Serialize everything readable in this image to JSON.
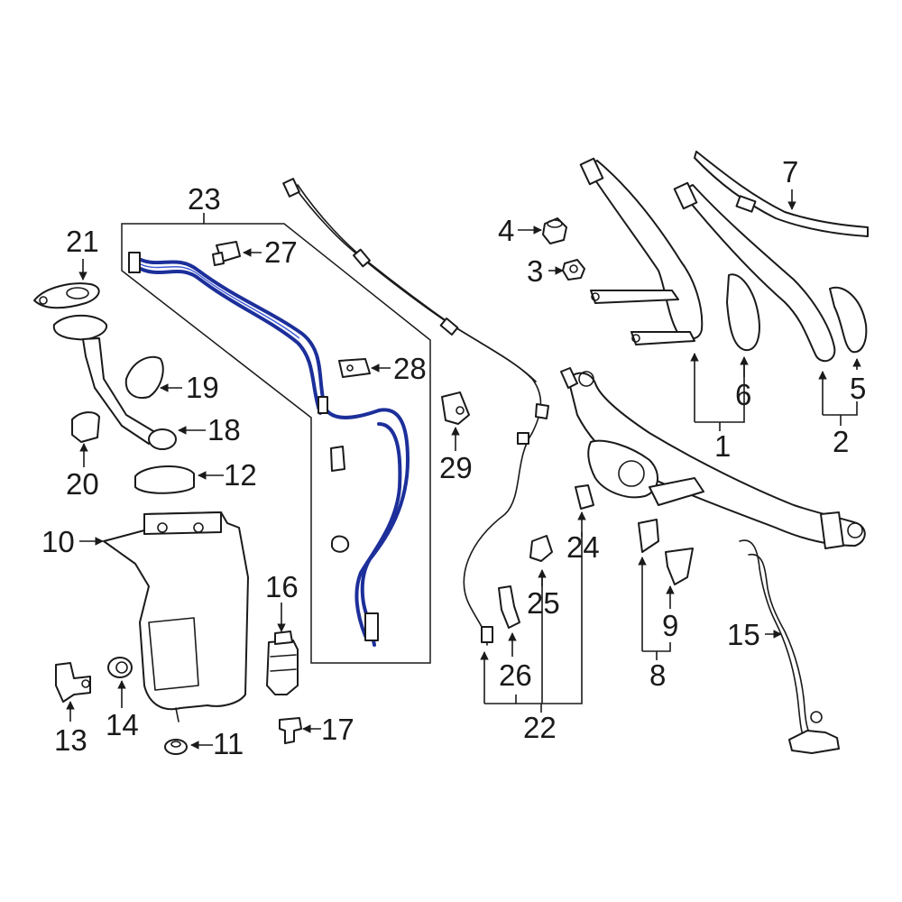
{
  "diagram": {
    "accent_color": "#1c2f9a",
    "callouts": [
      {
        "id": "c1",
        "label": "1"
      },
      {
        "id": "c2",
        "label": "2"
      },
      {
        "id": "c3",
        "label": "3"
      },
      {
        "id": "c4",
        "label": "4"
      },
      {
        "id": "c5",
        "label": "5"
      },
      {
        "id": "c6",
        "label": "6"
      },
      {
        "id": "c7",
        "label": "7"
      },
      {
        "id": "c8",
        "label": "8"
      },
      {
        "id": "c9",
        "label": "9"
      },
      {
        "id": "c10",
        "label": "10"
      },
      {
        "id": "c11",
        "label": "11"
      },
      {
        "id": "c12",
        "label": "12"
      },
      {
        "id": "c13",
        "label": "13"
      },
      {
        "id": "c14",
        "label": "14"
      },
      {
        "id": "c15",
        "label": "15"
      },
      {
        "id": "c16",
        "label": "16"
      },
      {
        "id": "c17",
        "label": "17"
      },
      {
        "id": "c18",
        "label": "18"
      },
      {
        "id": "c19",
        "label": "19"
      },
      {
        "id": "c20",
        "label": "20"
      },
      {
        "id": "c21",
        "label": "21"
      },
      {
        "id": "c22",
        "label": "22"
      },
      {
        "id": "c23",
        "label": "23"
      },
      {
        "id": "c24",
        "label": "24"
      },
      {
        "id": "c25",
        "label": "25"
      },
      {
        "id": "c26",
        "label": "26"
      },
      {
        "id": "c27",
        "label": "27"
      },
      {
        "id": "c28",
        "label": "28"
      },
      {
        "id": "c29",
        "label": "29"
      }
    ]
  }
}
